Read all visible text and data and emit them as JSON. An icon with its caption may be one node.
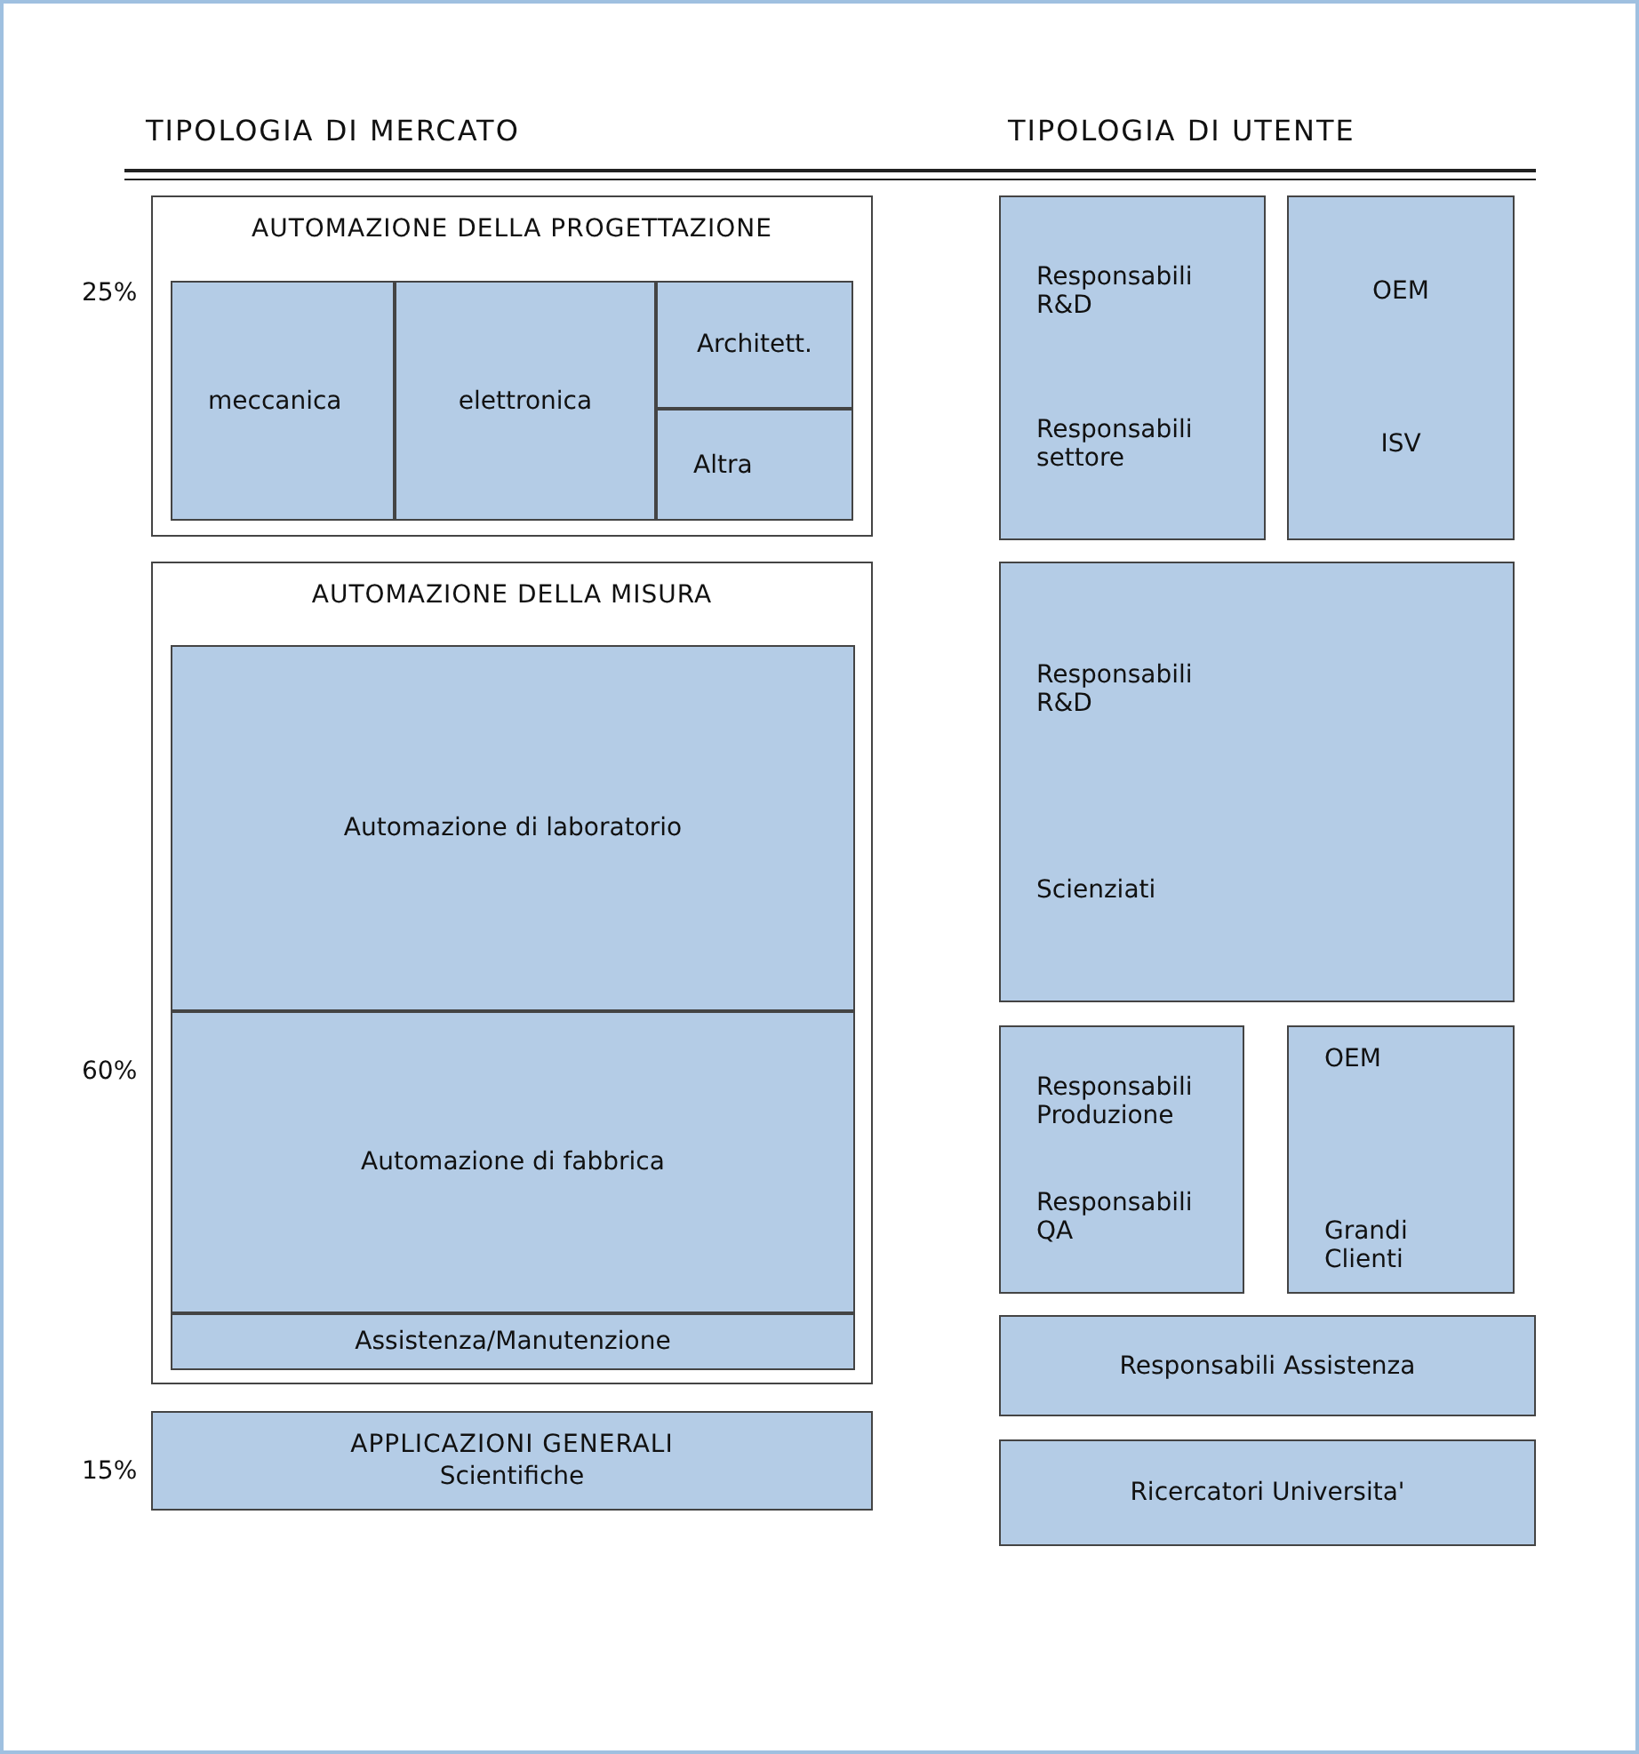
{
  "diagram": {
    "nodes": [
      {
        "text": [
          "AUTOMAZIONE DELLA PROGETTAZIONE"
        ]
      },
      {
        "text": [
          "meccanica"
        ],
        "in": 0
      },
      {
        "text": [
          "elettronica"
        ],
        "in": 0
      },
      {
        "text": [
          "Architett."
        ],
        "in": 0
      },
      {
        "text": [
          "Altra"
        ],
        "in": 0
      },
      {
        "text": [
          "AUTOMAZIONE DELLA MISURA"
        ]
      },
      {
        "text": [
          "Automazione di laboratorio"
        ],
        "in": 5
      },
      {
        "text": [
          "Automazione di fabbrica"
        ],
        "in": 5
      },
      {
        "text": [
          "Assistenza/Manutenzione"
        ],
        "in": 5
      },
      {
        "text": [
          "APPLICAZIONI GENERALI",
          "Scientifiche"
        ]
      },
      {
        "text": [
          "Responsabili R&D",
          "Responsabili settore"
        ]
      },
      {
        "text": [
          "OEM",
          "ISV"
        ]
      },
      {
        "text": [
          "Responsabili R&D",
          "Scienziati"
        ]
      },
      {
        "text": [
          "Responsabili Produzione",
          "Responsabili QA"
        ]
      },
      {
        "text": [
          "OEM",
          "Grandi Clienti"
        ]
      },
      {
        "text": [
          "Responsabili Assistenza"
        ]
      },
      {
        "text": [
          "Ricercatori Universita'"
        ]
      }
    ],
    "labels": [
      "TIPOLOGIA DI MERCATO",
      "TIPOLOGIA DI UTENTE",
      "25%",
      "60%",
      "15%"
    ]
  }
}
